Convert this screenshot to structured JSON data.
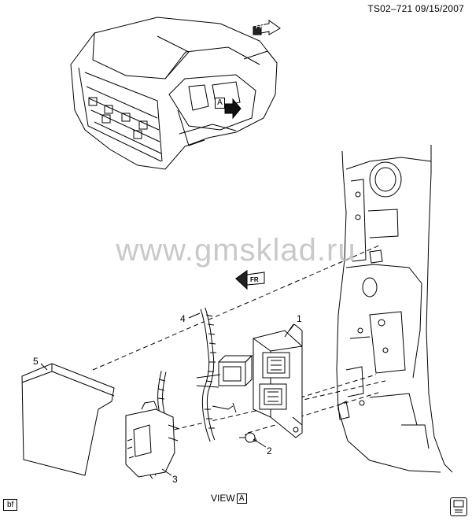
{
  "header": {
    "ref_code": "TS02–721  09/15/2007"
  },
  "watermark": {
    "text": "www.gmsklad.ru"
  },
  "callouts": {
    "c1": "1",
    "c2": "2",
    "c3": "3",
    "c4": "4",
    "c5": "5"
  },
  "markers": {
    "detail_letter": "A",
    "fr_text_top": "FR",
    "fr_text_mid": "FR"
  },
  "footer": {
    "view_label": "VIEW",
    "view_letter": "A",
    "corner_tag": "bf"
  }
}
